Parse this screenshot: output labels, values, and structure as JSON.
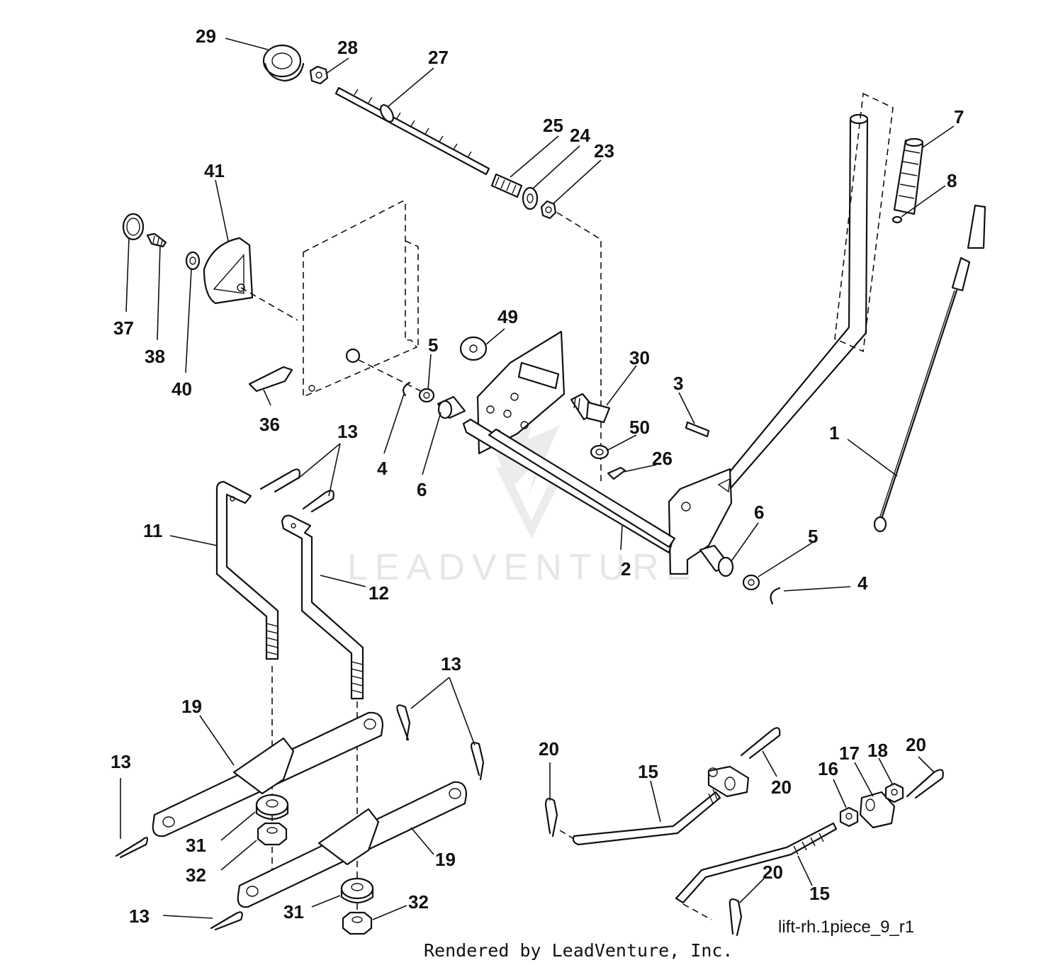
{
  "watermark": "LEADVENTURE",
  "diagram_id": "lift-rh.1piece_9_r1",
  "footer": "Rendered by LeadVenture, Inc.",
  "callouts": [
    {
      "id": "c29",
      "label": "29"
    },
    {
      "id": "c28",
      "label": "28"
    },
    {
      "id": "c27",
      "label": "27"
    },
    {
      "id": "c25",
      "label": "25"
    },
    {
      "id": "c24",
      "label": "24"
    },
    {
      "id": "c23",
      "label": "23"
    },
    {
      "id": "c7",
      "label": "7"
    },
    {
      "id": "c8",
      "label": "8"
    },
    {
      "id": "c41",
      "label": "41"
    },
    {
      "id": "c37",
      "label": "37"
    },
    {
      "id": "c38",
      "label": "38"
    },
    {
      "id": "c40",
      "label": "40"
    },
    {
      "id": "c36",
      "label": "36"
    },
    {
      "id": "c49",
      "label": "49"
    },
    {
      "id": "c5a",
      "label": "5"
    },
    {
      "id": "c30",
      "label": "30"
    },
    {
      "id": "c3",
      "label": "3"
    },
    {
      "id": "c50",
      "label": "50"
    },
    {
      "id": "c26",
      "label": "26"
    },
    {
      "id": "c1",
      "label": "1"
    },
    {
      "id": "c4a",
      "label": "4"
    },
    {
      "id": "c6a",
      "label": "6"
    },
    {
      "id": "c13a",
      "label": "13"
    },
    {
      "id": "c11",
      "label": "11"
    },
    {
      "id": "c12",
      "label": "12"
    },
    {
      "id": "c2",
      "label": "2"
    },
    {
      "id": "c6b",
      "label": "6"
    },
    {
      "id": "c5b",
      "label": "5"
    },
    {
      "id": "c4b",
      "label": "4"
    },
    {
      "id": "c13b",
      "label": "13"
    },
    {
      "id": "c19a",
      "label": "19"
    },
    {
      "id": "c13c",
      "label": "13"
    },
    {
      "id": "c31a",
      "label": "31"
    },
    {
      "id": "c32a",
      "label": "32"
    },
    {
      "id": "c19b",
      "label": "19"
    },
    {
      "id": "c13d",
      "label": "13"
    },
    {
      "id": "c31b",
      "label": "31"
    },
    {
      "id": "c32b",
      "label": "32"
    },
    {
      "id": "c20a",
      "label": "20"
    },
    {
      "id": "c15a",
      "label": "15"
    },
    {
      "id": "c20b",
      "label": "20"
    },
    {
      "id": "c16",
      "label": "16"
    },
    {
      "id": "c17",
      "label": "17"
    },
    {
      "id": "c18",
      "label": "18"
    },
    {
      "id": "c20c",
      "label": "20"
    },
    {
      "id": "c20d",
      "label": "20"
    },
    {
      "id": "c15b",
      "label": "15"
    }
  ]
}
